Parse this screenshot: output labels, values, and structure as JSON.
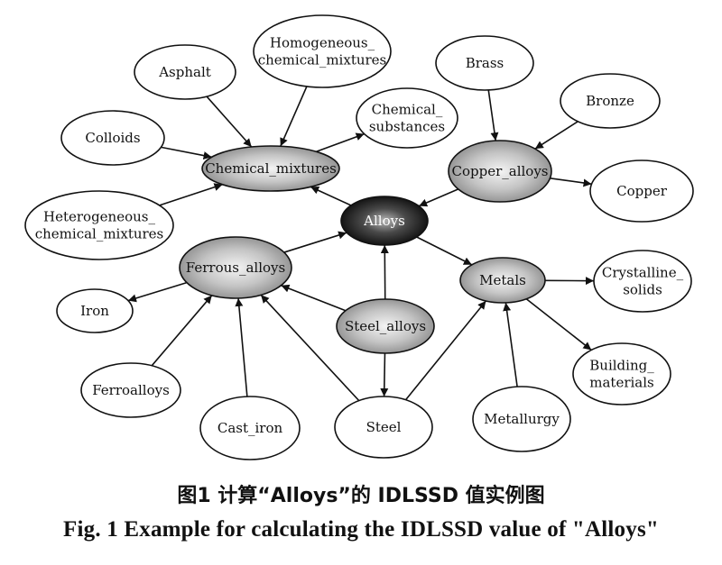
{
  "diagram": {
    "nodes": [
      {
        "id": "alloys",
        "lines": [
          "Alloys"
        ],
        "fill": "dark"
      },
      {
        "id": "chemical_mixtures",
        "lines": [
          "Chemical_mixtures"
        ],
        "fill": "gray"
      },
      {
        "id": "copper_alloys",
        "lines": [
          "Copper_alloys"
        ],
        "fill": "gray"
      },
      {
        "id": "ferrous_alloys",
        "lines": [
          "Ferrous_alloys"
        ],
        "fill": "gray"
      },
      {
        "id": "metals",
        "lines": [
          "Metals"
        ],
        "fill": "gray"
      },
      {
        "id": "steel_alloys",
        "lines": [
          "Steel_alloys"
        ],
        "fill": "gray"
      },
      {
        "id": "asphalt",
        "lines": [
          "Asphalt"
        ],
        "fill": "white"
      },
      {
        "id": "homogeneous",
        "lines": [
          "Homogeneous_",
          "chemical_mixtures"
        ],
        "fill": "white"
      },
      {
        "id": "chemical_substances",
        "lines": [
          "Chemical_",
          "substances"
        ],
        "fill": "white"
      },
      {
        "id": "colloids",
        "lines": [
          "Colloids"
        ],
        "fill": "white"
      },
      {
        "id": "heterogeneous",
        "lines": [
          "Heterogeneous_",
          "chemical_mixtures"
        ],
        "fill": "white"
      },
      {
        "id": "brass",
        "lines": [
          "Brass"
        ],
        "fill": "white"
      },
      {
        "id": "bronze",
        "lines": [
          "Bronze"
        ],
        "fill": "white"
      },
      {
        "id": "copper",
        "lines": [
          "Copper"
        ],
        "fill": "white"
      },
      {
        "id": "iron",
        "lines": [
          "Iron"
        ],
        "fill": "white"
      },
      {
        "id": "ferroalloys",
        "lines": [
          "Ferroalloys"
        ],
        "fill": "white"
      },
      {
        "id": "cast_iron",
        "lines": [
          "Cast_iron"
        ],
        "fill": "white"
      },
      {
        "id": "steel",
        "lines": [
          "Steel"
        ],
        "fill": "white"
      },
      {
        "id": "metallurgy",
        "lines": [
          "Metallurgy"
        ],
        "fill": "white"
      },
      {
        "id": "crystalline_solids",
        "lines": [
          "Crystalline_",
          "solids"
        ],
        "fill": "white"
      },
      {
        "id": "building_materials",
        "lines": [
          "Building_",
          "materials"
        ],
        "fill": "white"
      }
    ],
    "edges": [
      {
        "from": "asphalt",
        "to": "chemical_mixtures"
      },
      {
        "from": "homogeneous",
        "to": "chemical_mixtures"
      },
      {
        "from": "colloids",
        "to": "chemical_mixtures"
      },
      {
        "from": "heterogeneous",
        "to": "chemical_mixtures"
      },
      {
        "from": "chemical_mixtures",
        "to": "chemical_substances"
      },
      {
        "from": "alloys",
        "to": "chemical_mixtures"
      },
      {
        "from": "copper_alloys",
        "to": "alloys"
      },
      {
        "from": "brass",
        "to": "copper_alloys"
      },
      {
        "from": "bronze",
        "to": "copper_alloys"
      },
      {
        "from": "copper_alloys",
        "to": "copper"
      },
      {
        "from": "ferrous_alloys",
        "to": "alloys"
      },
      {
        "from": "alloys",
        "to": "metals"
      },
      {
        "from": "steel_alloys",
        "to": "alloys"
      },
      {
        "from": "ferrous_alloys",
        "to": "iron"
      },
      {
        "from": "ferroalloys",
        "to": "ferrous_alloys"
      },
      {
        "from": "cast_iron",
        "to": "ferrous_alloys"
      },
      {
        "from": "steel",
        "to": "ferrous_alloys"
      },
      {
        "from": "steel_alloys",
        "to": "ferrous_alloys"
      },
      {
        "from": "steel_alloys",
        "to": "steel"
      },
      {
        "from": "steel",
        "to": "metals"
      },
      {
        "from": "metallurgy",
        "to": "metals"
      },
      {
        "from": "metals",
        "to": "crystalline_solids"
      },
      {
        "from": "metals",
        "to": "building_materials"
      }
    ]
  },
  "caption": {
    "zh": "图1  计算“Alloys”的 IDLSSD 值实例图",
    "en": "Fig. 1  Example for calculating the IDLSSD value of \"Alloys\""
  }
}
